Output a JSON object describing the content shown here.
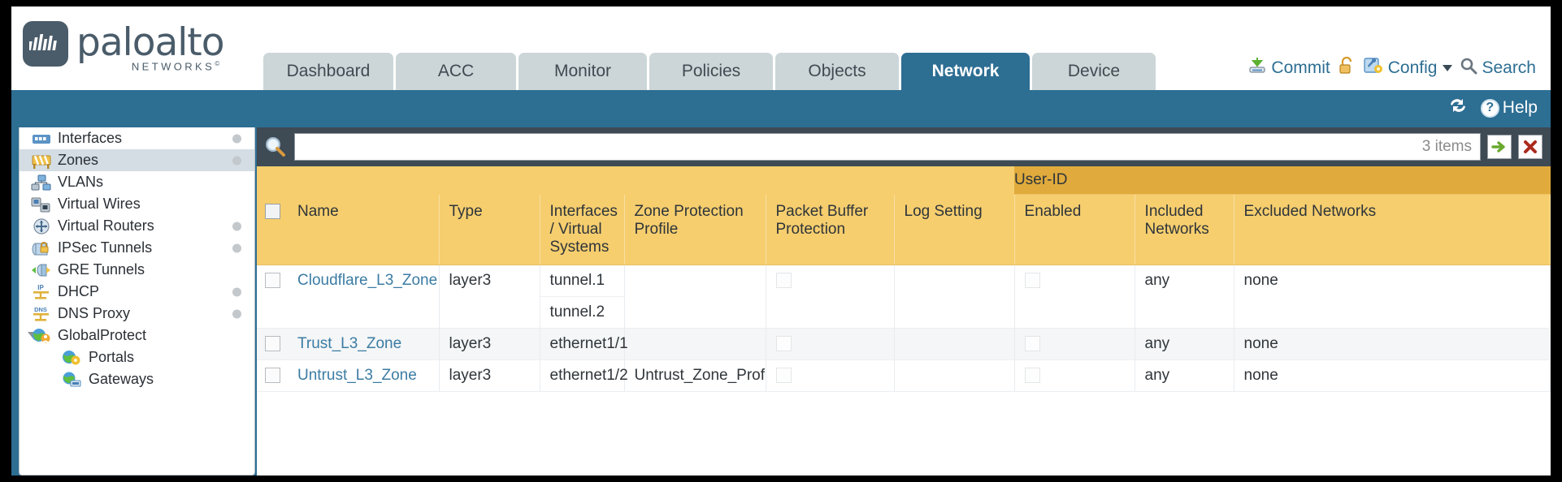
{
  "brand": {
    "name": "paloalto",
    "sub": "NETWORKS",
    "sup": "©"
  },
  "nav": {
    "tabs": [
      {
        "label": "Dashboard",
        "active": false,
        "width": 160
      },
      {
        "label": "ACC",
        "active": false,
        "width": 148
      },
      {
        "label": "Monitor",
        "active": false,
        "width": 158
      },
      {
        "label": "Policies",
        "active": false,
        "width": 152
      },
      {
        "label": "Objects",
        "active": false,
        "width": 152
      },
      {
        "label": "Network",
        "active": true,
        "width": 158
      },
      {
        "label": "Device",
        "active": false,
        "width": 152
      }
    ]
  },
  "utility": {
    "commit": "Commit",
    "config": "Config",
    "search": "Search",
    "lock_icon": "unlock-icon",
    "commit_icon": "commit-icon",
    "config_icon": "config-icon",
    "search_icon": "magnifier-icon"
  },
  "blueband": {
    "refresh_icon": "refresh-icon",
    "help": "Help",
    "help_icon": "help-icon"
  },
  "sidebar": {
    "items": [
      {
        "label": "Interfaces",
        "icon": "interfaces-icon",
        "selected": false,
        "dot": true,
        "child": false,
        "expander": false
      },
      {
        "label": "Zones",
        "icon": "zones-icon",
        "selected": true,
        "dot": true,
        "child": false,
        "expander": false
      },
      {
        "label": "VLANs",
        "icon": "vlans-icon",
        "selected": false,
        "dot": false,
        "child": false,
        "expander": false
      },
      {
        "label": "Virtual Wires",
        "icon": "virtual-wires-icon",
        "selected": false,
        "dot": false,
        "child": false,
        "expander": false
      },
      {
        "label": "Virtual Routers",
        "icon": "virtual-routers-icon",
        "selected": false,
        "dot": true,
        "child": false,
        "expander": false
      },
      {
        "label": "IPSec Tunnels",
        "icon": "ipsec-tunnels-icon",
        "selected": false,
        "dot": true,
        "child": false,
        "expander": false
      },
      {
        "label": "GRE Tunnels",
        "icon": "gre-tunnels-icon",
        "selected": false,
        "dot": false,
        "child": false,
        "expander": false
      },
      {
        "label": "DHCP",
        "icon": "dhcp-icon",
        "selected": false,
        "dot": true,
        "child": false,
        "expander": false
      },
      {
        "label": "DNS Proxy",
        "icon": "dns-proxy-icon",
        "selected": false,
        "dot": true,
        "child": false,
        "expander": false
      },
      {
        "label": "GlobalProtect",
        "icon": "globalprotect-icon",
        "selected": false,
        "dot": false,
        "child": false,
        "expander": true
      },
      {
        "label": "Portals",
        "icon": "portals-icon",
        "selected": false,
        "dot": false,
        "child": true,
        "expander": false
      },
      {
        "label": "Gateways",
        "icon": "gateways-icon",
        "selected": false,
        "dot": false,
        "child": true,
        "expander": false
      }
    ]
  },
  "search": {
    "value": "",
    "placeholder": "",
    "items_count": "3 items",
    "apply_icon": "apply-arrow-icon",
    "clear_icon": "clear-x-icon"
  },
  "table": {
    "group_header": {
      "label": "User-ID",
      "span": 3
    },
    "columns": [
      {
        "key": "check",
        "label": "",
        "width": 38
      },
      {
        "key": "name",
        "label": "Name",
        "width": 186
      },
      {
        "key": "type",
        "label": "Type",
        "width": 124
      },
      {
        "key": "ifaces",
        "label": "Interfaces / Virtual Systems",
        "width": 104
      },
      {
        "key": "zpp",
        "label": "Zone Protection Profile",
        "width": 174
      },
      {
        "key": "pbp",
        "label": "Packet Buffer Protection",
        "width": 158
      },
      {
        "key": "log",
        "label": "Log Setting",
        "width": 148
      },
      {
        "key": "enabled",
        "label": "Enabled",
        "width": 148
      },
      {
        "key": "included",
        "label": "Included Networks",
        "width": 122
      },
      {
        "key": "excluded",
        "label": "Excluded Networks",
        "width": 0
      }
    ],
    "rows": [
      {
        "checked": false,
        "name": "Cloudflare_L3_Zone",
        "type": "layer3",
        "interfaces": [
          "tunnel.1",
          "tunnel.2"
        ],
        "zone_protection_profile": "",
        "packet_buffer_protection": false,
        "log_setting": "",
        "userid_enabled": false,
        "included_networks": "any",
        "excluded_networks": "none"
      },
      {
        "checked": false,
        "name": "Trust_L3_Zone",
        "type": "layer3",
        "interfaces": [
          "ethernet1/1"
        ],
        "zone_protection_profile": "",
        "packet_buffer_protection": false,
        "log_setting": "",
        "userid_enabled": false,
        "included_networks": "any",
        "excluded_networks": "none"
      },
      {
        "checked": false,
        "name": "Untrust_L3_Zone",
        "type": "layer3",
        "interfaces": [
          "ethernet1/2"
        ],
        "zone_protection_profile": "Untrust_Zone_Prof",
        "packet_buffer_protection": false,
        "log_setting": "",
        "userid_enabled": false,
        "included_networks": "any",
        "excluded_networks": "none"
      }
    ]
  },
  "colors": {
    "brand_blue": "#2d6e93",
    "tab_inactive": "#ccd6d8",
    "panel_dark": "#3e4a54",
    "header_amber": "#f6ce6e",
    "group_amber": "#e0ab3c",
    "link_blue": "#3b7ca3"
  }
}
